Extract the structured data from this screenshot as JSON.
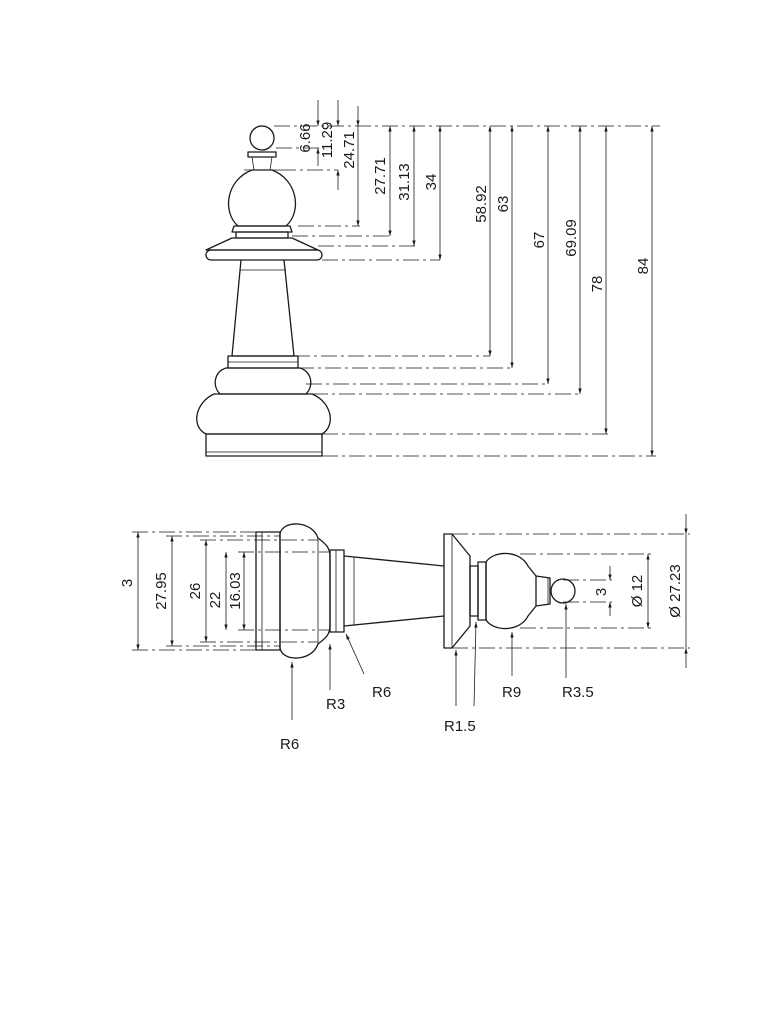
{
  "front_view": {
    "dimensions": [
      "6.66",
      "11.29",
      "24.71",
      "27.71",
      "31.13",
      "34",
      "58.92",
      "63",
      "67",
      "69.09",
      "78",
      "84"
    ]
  },
  "side_view": {
    "diameter_dimensions": [
      "3",
      "27.95",
      "26",
      "22",
      "16.03"
    ],
    "right_dimensions": [
      "3",
      "Ø 12",
      "Ø 27.23"
    ],
    "radius_labels": [
      "R6",
      "R3",
      "R6",
      "R1.5",
      "R9",
      "R3.5"
    ]
  }
}
